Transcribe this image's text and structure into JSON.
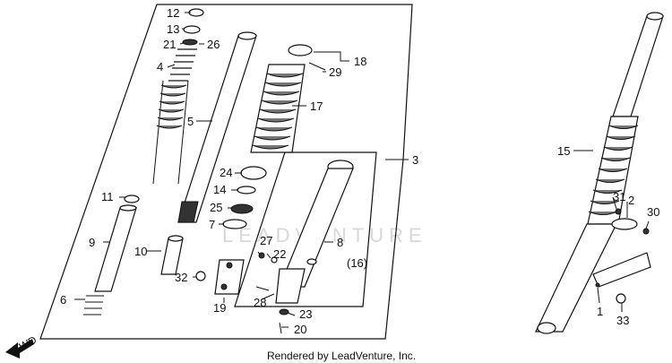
{
  "watermark": "LEADVENTURE",
  "caption": "Rendered by LeadVenture, Inc.",
  "fwd_label": "FWD",
  "labels": {
    "p12": "12",
    "p13": "13",
    "p21": "21",
    "p26": "26",
    "p4": "4",
    "p5": "5",
    "p3": "3",
    "p18": "18",
    "p29": "29",
    "p17": "17",
    "p24": "24",
    "p14": "14",
    "p25": "25",
    "p7": "7",
    "p11": "11",
    "p9": "9",
    "p10": "10",
    "p6": "6",
    "p32": "32",
    "p19": "19",
    "p27": "27",
    "p22": "22",
    "p28": "28",
    "p23": "23",
    "p20": "20",
    "p8": "8",
    "p16": "(16)",
    "p15": "15",
    "p31": "31",
    "p2": "2",
    "p30": "30",
    "p1": "1",
    "p33": "33"
  }
}
